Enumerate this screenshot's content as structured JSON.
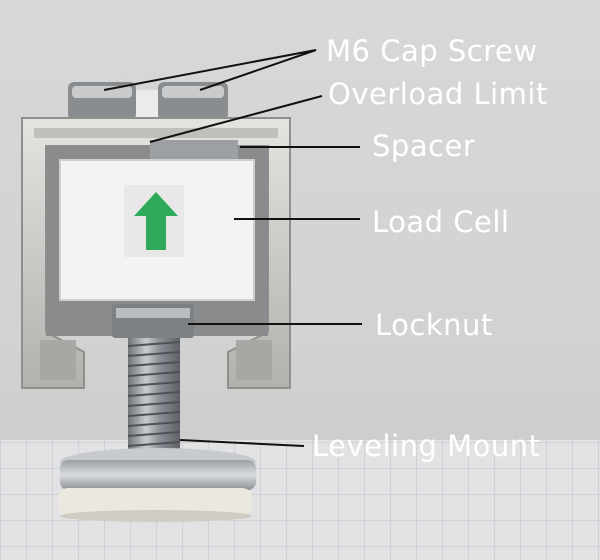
{
  "labels": {
    "m6_cap_screw": "M6 Cap Screw",
    "overload_limit": "Overload Limit",
    "spacer": "Spacer",
    "load_cell": "Load Cell",
    "locknut": "Locknut",
    "leveling_mount": "Leveling Mount"
  },
  "colors": {
    "label_text": "#ffffff",
    "leader_line": "#111111",
    "arrow": "#2eaa5a",
    "background": "#d7d7d7",
    "aluminum": "#c9c9c6"
  },
  "icons": {
    "arrow_sticker": "up-arrow-icon"
  }
}
